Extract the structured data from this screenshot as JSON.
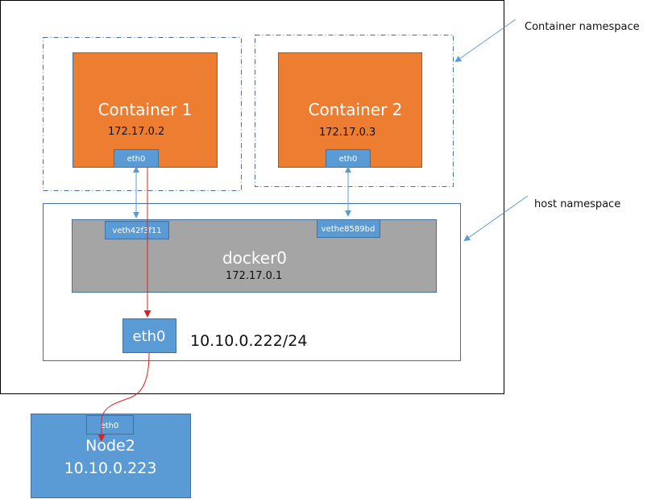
{
  "container1": {
    "name": "Container 1",
    "ip": "172.17.0.2",
    "iface": "eth0"
  },
  "container2": {
    "name": "Container 2",
    "ip": "172.17.0.3",
    "iface": "eth0"
  },
  "bridge": {
    "name": "docker0",
    "ip": "172.17.0.1",
    "veth1": "veth42f3f11",
    "veth2": "vethe8589bd"
  },
  "host": {
    "iface": "eth0",
    "ip": "10.10.0.222/24"
  },
  "node2": {
    "name": "Node2",
    "ip": "10.10.0.223",
    "iface": "eth0"
  },
  "labels": {
    "container_ns": "Container namespace",
    "host_ns": "host namespace"
  },
  "colors": {
    "container": "#ED7D31",
    "interface": "#5B9BD5",
    "interface_border": "#41719C",
    "bridge": "#A5A5A5",
    "link_blue": "#5B9BD5",
    "link_red": "#E02020",
    "namespace_border": "#41719C"
  }
}
